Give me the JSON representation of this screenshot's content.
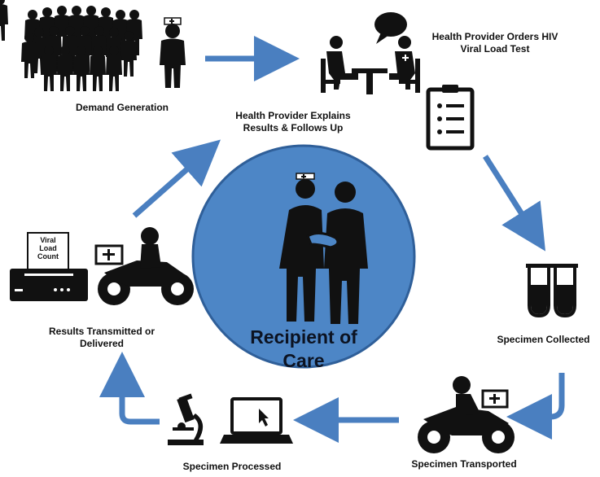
{
  "center": {
    "line1": "Recipient of",
    "line2": "Care"
  },
  "steps": {
    "demand": "Demand Generation",
    "orders_line1": "Health Provider Orders HIV",
    "orders_line2": "Viral Load Test",
    "explains_line1": "Health Provider Explains",
    "explains_line2": "Results & Follows Up",
    "collected": "Specimen Collected",
    "transported": "Specimen Transported",
    "processed": "Specimen Processed",
    "results_line1": "Results Transmitted or",
    "results_line2": "Delivered"
  },
  "printer_sheet": {
    "line1": "Viral",
    "line2": "Load",
    "line3": "Count"
  },
  "colors": {
    "arrow": "#4a7fc0",
    "circle_fill": "#4d86c6",
    "circle_stroke": "#2f5f99",
    "icon": "#111111"
  },
  "icons": [
    "crowd-icon",
    "health-worker-icon",
    "consultation-icon",
    "speech-bubble-icon",
    "clipboard-icon",
    "test-tubes-icon",
    "motorbike-courier-icon",
    "microscope-icon",
    "laptop-icon",
    "printer-icon",
    "provider-patient-icon"
  ]
}
